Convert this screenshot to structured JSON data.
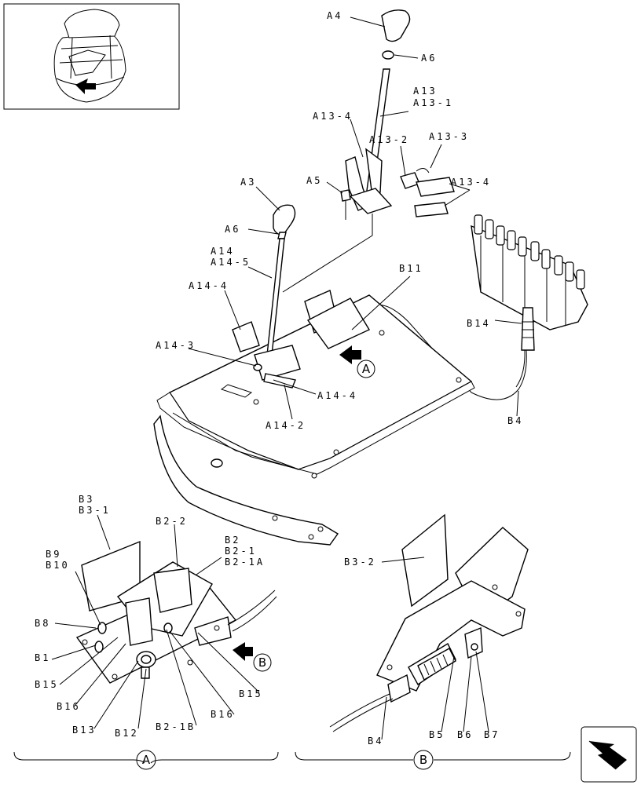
{
  "labels": {
    "A4": "A4",
    "A6_top": "A6",
    "A13": "A13",
    "A13_1": "A13-1",
    "A13_4_top": "A13-4",
    "A13_2": "A13-2",
    "A13_3": "A13-3",
    "A5": "A5",
    "A13_4_right": "A13-4",
    "A3": "A3",
    "A6_left": "A6",
    "A14": "A14",
    "A14_5": "A14-5",
    "A14_4_top": "A14-4",
    "A14_3": "A14-3",
    "A14_4_bottom": "A14-4",
    "A14_2": "A14-2",
    "B11": "B11",
    "B14": "B14",
    "B4_top": "B4",
    "B3": "B3",
    "B3_1": "B3-1",
    "B2_2": "B2-2",
    "B2": "B2",
    "B2_1": "B2-1",
    "B2_1A": "B2-1A",
    "B9": "B9",
    "B10": "B10",
    "B8": "B8",
    "B1": "B1",
    "B15_left": "B15",
    "B16_left": "B16",
    "B13": "B13",
    "B12": "B12",
    "B2_1B": "B2-1B",
    "B16_right": "B16",
    "B15_right": "B15",
    "B3_2": "B3-2",
    "B4_bottom": "B4",
    "B5": "B5",
    "B6": "B6",
    "B7": "B7"
  },
  "callouts": {
    "view_A_arrow": "A",
    "view_B_arrow": "B",
    "section_A": "A",
    "section_B": "B"
  },
  "icons": [
    "location-thumbnail",
    "view-arrow-icon",
    "next-page-arrow-icon"
  ]
}
